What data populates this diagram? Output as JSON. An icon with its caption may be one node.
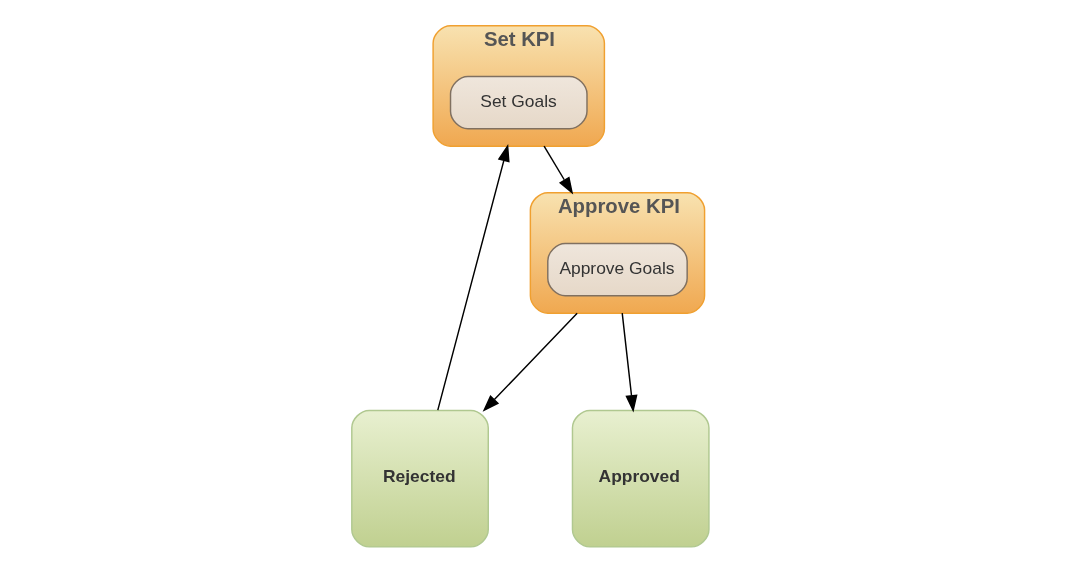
{
  "diagram": {
    "nodes": [
      {
        "text": [
          "Set KPI"
        ]
      },
      {
        "text": [
          "Set Goals"
        ],
        "in": 0
      },
      {
        "text": [
          "Approve KPI"
        ]
      },
      {
        "text": [
          "Approve Goals"
        ],
        "in": 2
      },
      {
        "text": [
          "Rejected"
        ]
      },
      {
        "text": [
          "Approved"
        ]
      }
    ],
    "edges": [
      {
        "from": 0,
        "to": 2,
        "arrow": "to"
      },
      {
        "from": 2,
        "to": 5,
        "arrow": "to"
      },
      {
        "from": 2,
        "to": 4,
        "arrow": "to"
      },
      {
        "from": 4,
        "to": 0,
        "arrow": "to"
      }
    ]
  }
}
